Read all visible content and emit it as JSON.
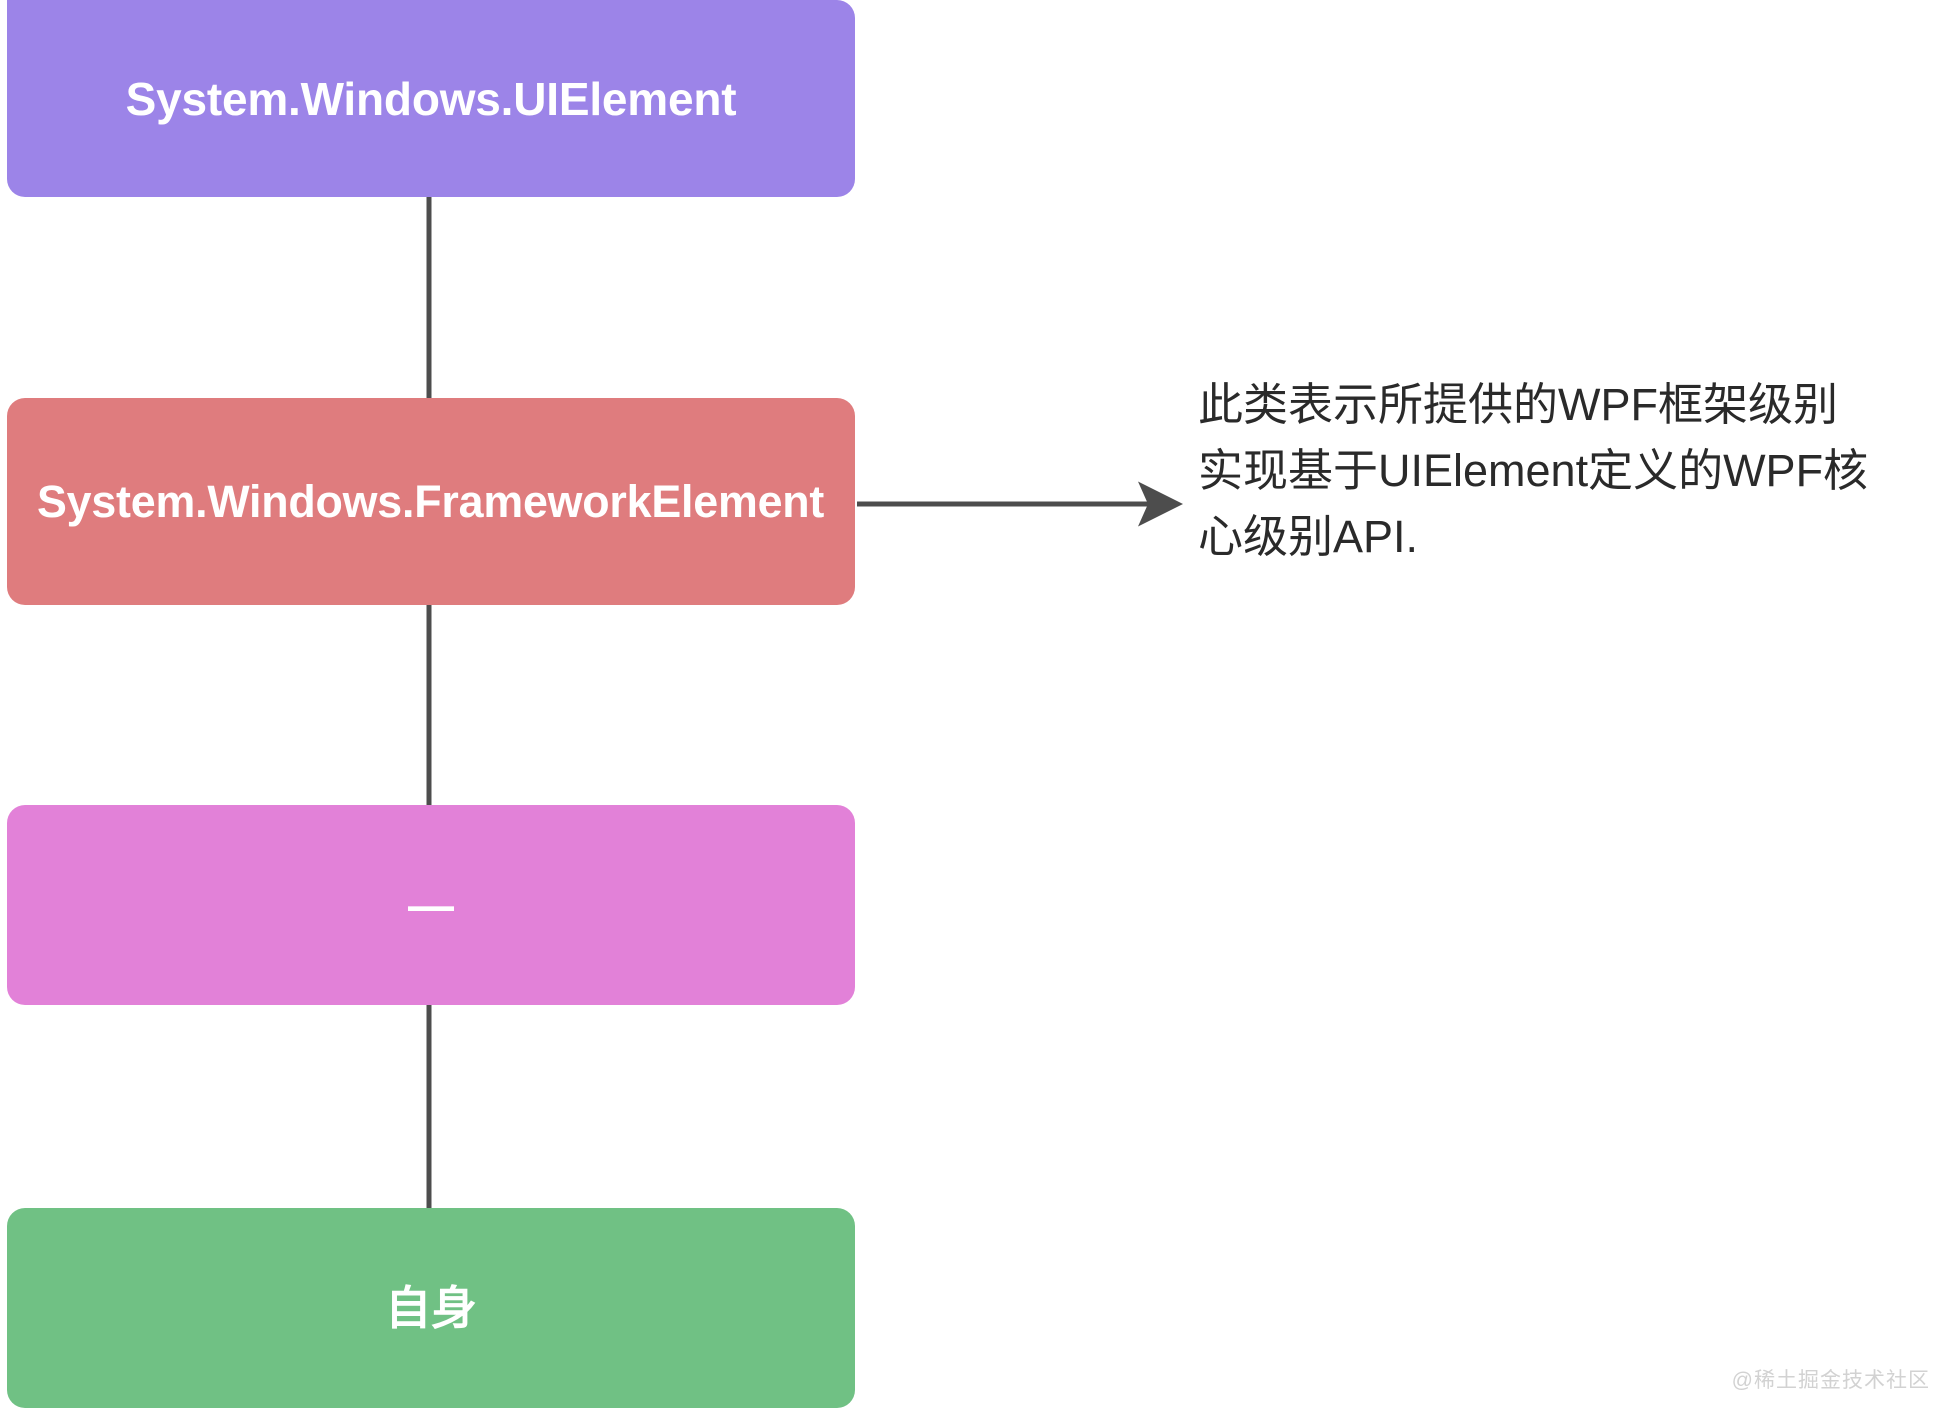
{
  "diagram": {
    "title": "WPF class inheritance hierarchy",
    "colors": {
      "uielement_box": "#9c84e8",
      "frameworkelement_box": "#df7c7e",
      "intermediate_box": "#e281d8",
      "self_box": "#70c184",
      "arrow": "#4d4d4d",
      "annotation_text": "#2a2a2a",
      "box_text": "#ffffff",
      "watermark": "#d2d2d2",
      "background": "#ffffff"
    },
    "nodes": [
      {
        "id": "uielement",
        "label": "System.Windows.UIElement"
      },
      {
        "id": "frameworkelement",
        "label": "System.Windows.FrameworkElement"
      },
      {
        "id": "intermediate",
        "label": "—"
      },
      {
        "id": "self",
        "label": "自身"
      }
    ],
    "edges": [
      {
        "from": "frameworkelement",
        "to": "uielement",
        "direction": "up"
      },
      {
        "from": "intermediate",
        "to": "frameworkelement",
        "direction": "up"
      },
      {
        "from": "self",
        "to": "intermediate",
        "direction": "up"
      },
      {
        "from": "frameworkelement",
        "to": "annotation",
        "direction": "right"
      }
    ],
    "annotation": {
      "lines": [
        "此类表示所提供的WPF框架级别",
        "实现基于UIElement定义的WPF核",
        "心级别API."
      ],
      "full_text": "此类表示所提供的WPF框架级别实现基于UIElement定义的WPF核心级别API."
    },
    "watermark": "@稀土掘金技术社区"
  }
}
